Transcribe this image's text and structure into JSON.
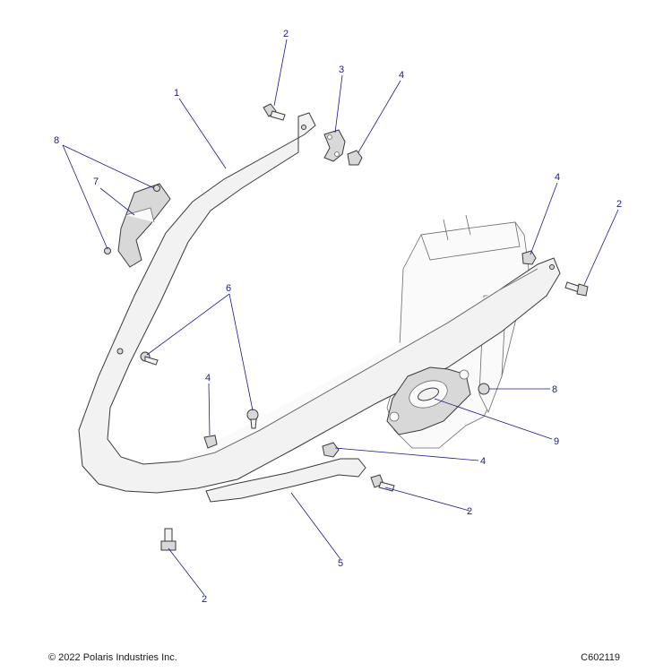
{
  "footer": {
    "copyright": "© 2022 Polaris Industries Inc.",
    "drawing_id": "C602119"
  },
  "callouts": [
    {
      "id": "c2a",
      "label": "2"
    },
    {
      "id": "c3",
      "label": "3"
    },
    {
      "id": "c4a",
      "label": "4"
    },
    {
      "id": "c1",
      "label": "1"
    },
    {
      "id": "c8a",
      "label": "8"
    },
    {
      "id": "c7",
      "label": "7"
    },
    {
      "id": "c4b",
      "label": "4"
    },
    {
      "id": "c2b",
      "label": "2"
    },
    {
      "id": "c6",
      "label": "6"
    },
    {
      "id": "c4c",
      "label": "4"
    },
    {
      "id": "c8b",
      "label": "8"
    },
    {
      "id": "c9",
      "label": "9"
    },
    {
      "id": "c4d",
      "label": "4"
    },
    {
      "id": "c2c",
      "label": "2"
    },
    {
      "id": "c5",
      "label": "5"
    },
    {
      "id": "c2d",
      "label": "2"
    }
  ],
  "colors": {
    "callout": "#1a1a8c",
    "outline": "#3a3a3a",
    "fill": "#f2f2f2"
  }
}
